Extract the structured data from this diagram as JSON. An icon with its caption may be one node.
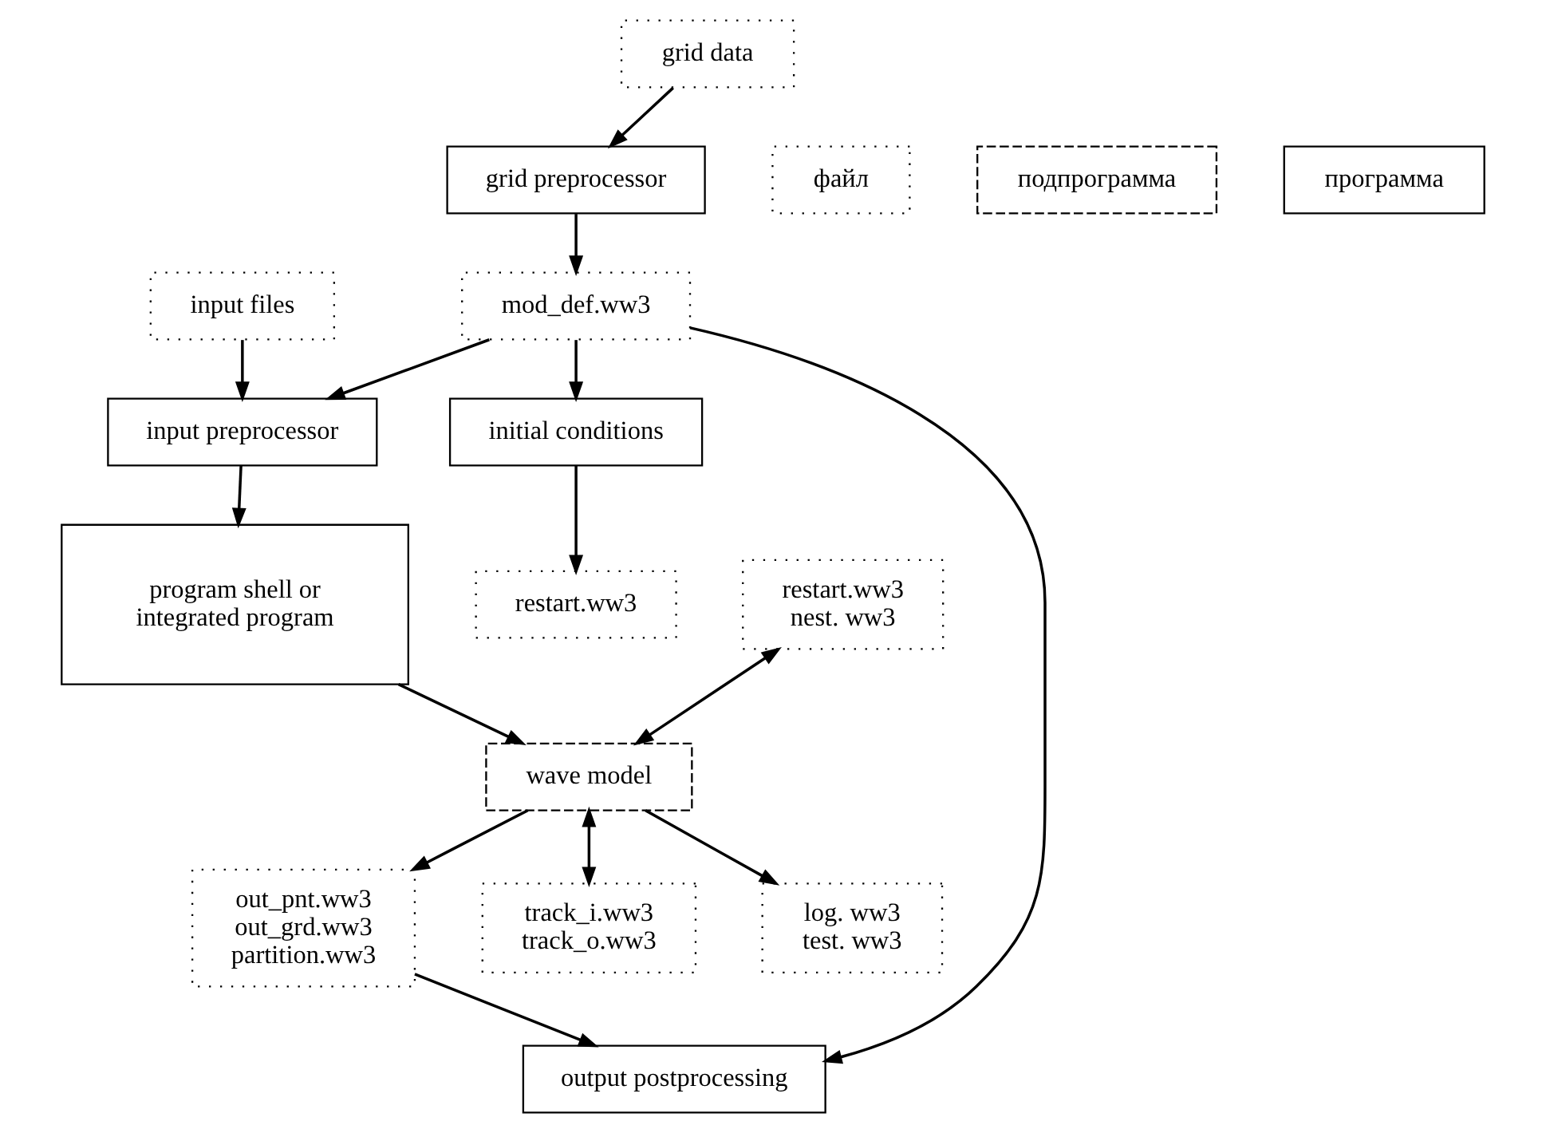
{
  "diagram": {
    "nodes": [
      {
        "text": [
          "grid data"
        ]
      },
      {
        "text": [
          "grid preprocessor"
        ]
      },
      {
        "text": [
          "mod_def.ww3"
        ]
      },
      {
        "text": [
          "файл"
        ]
      },
      {
        "text": [
          "подпрограмма"
        ]
      },
      {
        "text": [
          "программа"
        ]
      },
      {
        "text": [
          "input files"
        ]
      },
      {
        "text": [
          "input preprocessor"
        ]
      },
      {
        "text": [
          "program shell or integrated program"
        ]
      },
      {
        "text": [
          "initial conditions"
        ]
      },
      {
        "text": [
          "restart.ww3"
        ]
      },
      {
        "text": [
          "restart.ww3 nest. ww3"
        ]
      },
      {
        "text": [
          "wave model"
        ]
      },
      {
        "text": [
          "output postprocessing"
        ]
      },
      {
        "text": [
          "out_pnt.ww3 out_grd.ww3 partition.ww3"
        ]
      },
      {
        "text": [
          "track_i.ww3 track_o.ww3"
        ]
      },
      {
        "text": [
          "log. ww3 test. ww3"
        ]
      }
    ],
    "edges": [
      {
        "from": 0,
        "to": 1,
        "arrow": "to"
      },
      {
        "from": 1,
        "to": 2,
        "arrow": "to"
      },
      {
        "from": 2,
        "to": 7,
        "arrow": "to"
      },
      {
        "from": 6,
        "to": 7,
        "arrow": "to"
      },
      {
        "from": 7,
        "to": 8,
        "arrow": "to"
      },
      {
        "from": 2,
        "to": 9,
        "arrow": "to"
      },
      {
        "from": 2,
        "to": 13,
        "arrow": "to"
      },
      {
        "from": 9,
        "to": 10,
        "arrow": "to"
      },
      {
        "from": 8,
        "to": 12,
        "arrow": "to"
      },
      {
        "from": 11,
        "to": 12,
        "arrow": "both"
      },
      {
        "from": 12,
        "to": 15,
        "arrow": "both"
      },
      {
        "from": 12,
        "to": 14,
        "arrow": "to"
      },
      {
        "from": 14,
        "to": 13,
        "arrow": "to"
      },
      {
        "from": 12,
        "to": 16,
        "arrow": "to"
      }
    ]
  }
}
